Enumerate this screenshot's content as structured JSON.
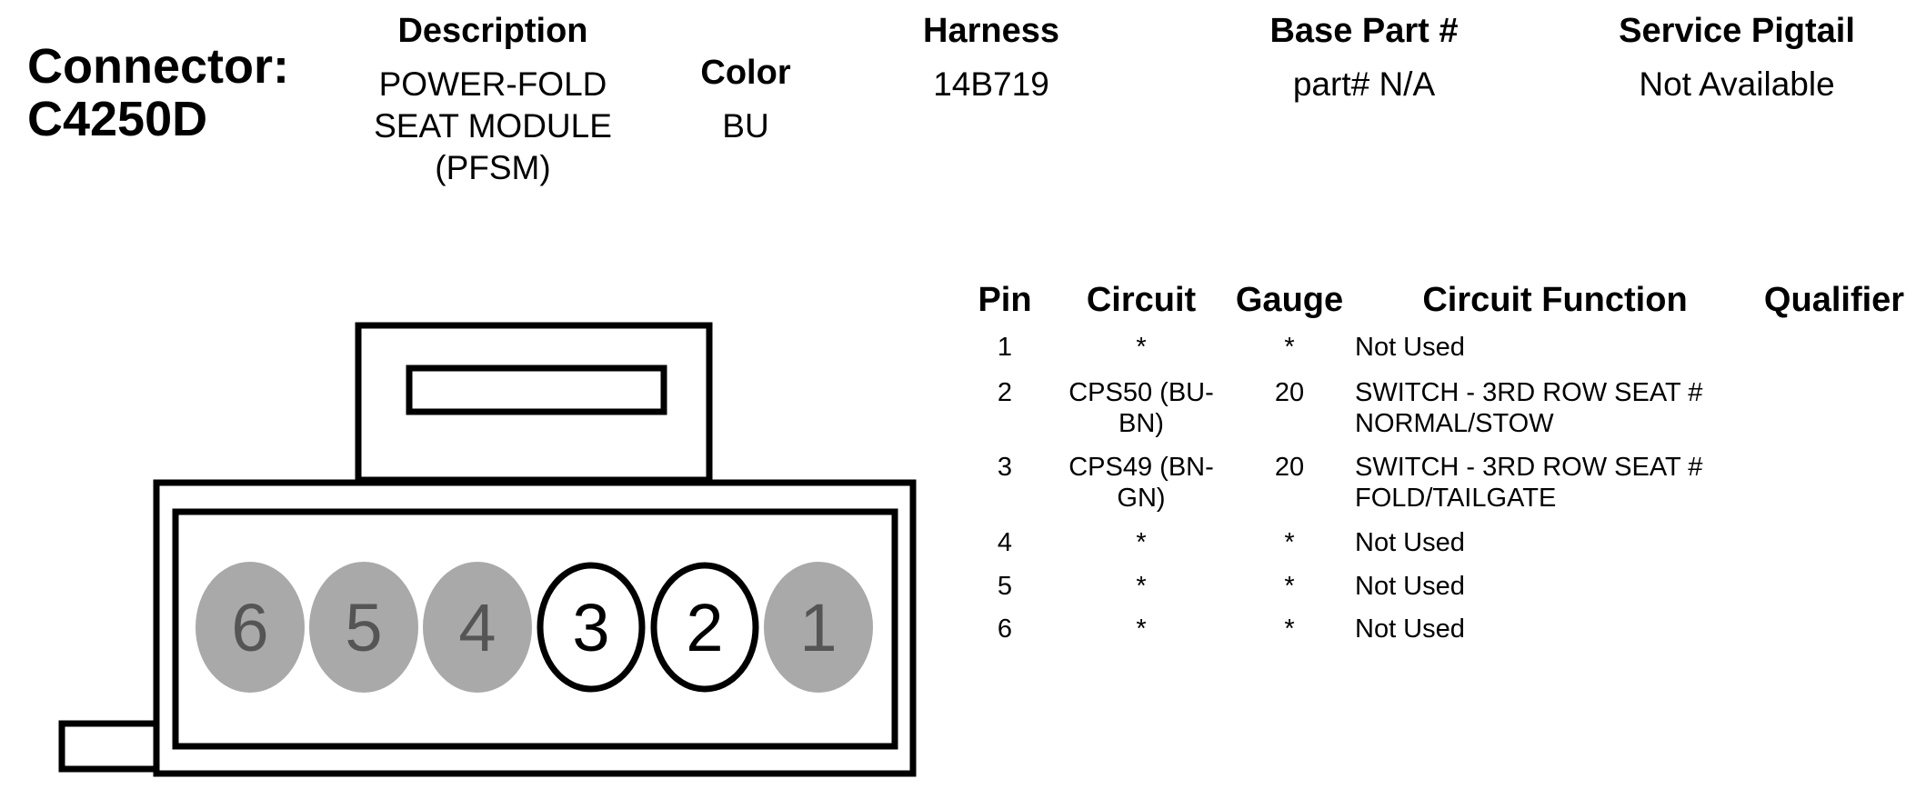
{
  "connector": {
    "label": "Connector:",
    "id": "C4250D"
  },
  "header": {
    "description": {
      "label": "Description",
      "value": [
        "POWER-FOLD",
        "SEAT MODULE",
        "(PFSM)"
      ]
    },
    "color": {
      "label": "Color",
      "value": "BU"
    },
    "harness": {
      "label": "Harness",
      "value": "14B719"
    },
    "base_part": {
      "label": "Base Part #",
      "value": "part# N/A"
    },
    "service_pigtail": {
      "label": "Service Pigtail",
      "value": "Not Available"
    }
  },
  "table": {
    "columns": [
      "Pin",
      "Circuit",
      "Gauge",
      "Circuit Function",
      "Qualifier"
    ],
    "rows": [
      {
        "pin": "1",
        "circuit": [
          "*"
        ],
        "gauge": "*",
        "function": [
          "Not Used"
        ],
        "qualifier": ""
      },
      {
        "pin": "2",
        "circuit": [
          "CPS50 (BU-",
          "BN)"
        ],
        "gauge": "20",
        "function": [
          "SWITCH - 3RD ROW SEAT #",
          "NORMAL/STOW"
        ],
        "qualifier": ""
      },
      {
        "pin": "3",
        "circuit": [
          "CPS49 (BN-",
          "GN)"
        ],
        "gauge": "20",
        "function": [
          "SWITCH - 3RD ROW SEAT #",
          "FOLD/TAILGATE"
        ],
        "qualifier": ""
      },
      {
        "pin": "4",
        "circuit": [
          "*"
        ],
        "gauge": "*",
        "function": [
          "Not Used"
        ],
        "qualifier": ""
      },
      {
        "pin": "5",
        "circuit": [
          "*"
        ],
        "gauge": "*",
        "function": [
          "Not Used"
        ],
        "qualifier": ""
      },
      {
        "pin": "6",
        "circuit": [
          "*"
        ],
        "gauge": "*",
        "function": [
          "Not Used"
        ],
        "qualifier": ""
      }
    ]
  },
  "diagram": {
    "pins": [
      {
        "label": "6",
        "state": "unused"
      },
      {
        "label": "5",
        "state": "unused"
      },
      {
        "label": "4",
        "state": "unused"
      },
      {
        "label": "3",
        "state": "used"
      },
      {
        "label": "2",
        "state": "used"
      },
      {
        "label": "1",
        "state": "unused"
      }
    ],
    "colors": {
      "unused_fill": "#a9a9a9",
      "unused_text": "#555555",
      "used_fill": "#ffffff",
      "used_stroke": "#000000"
    }
  }
}
